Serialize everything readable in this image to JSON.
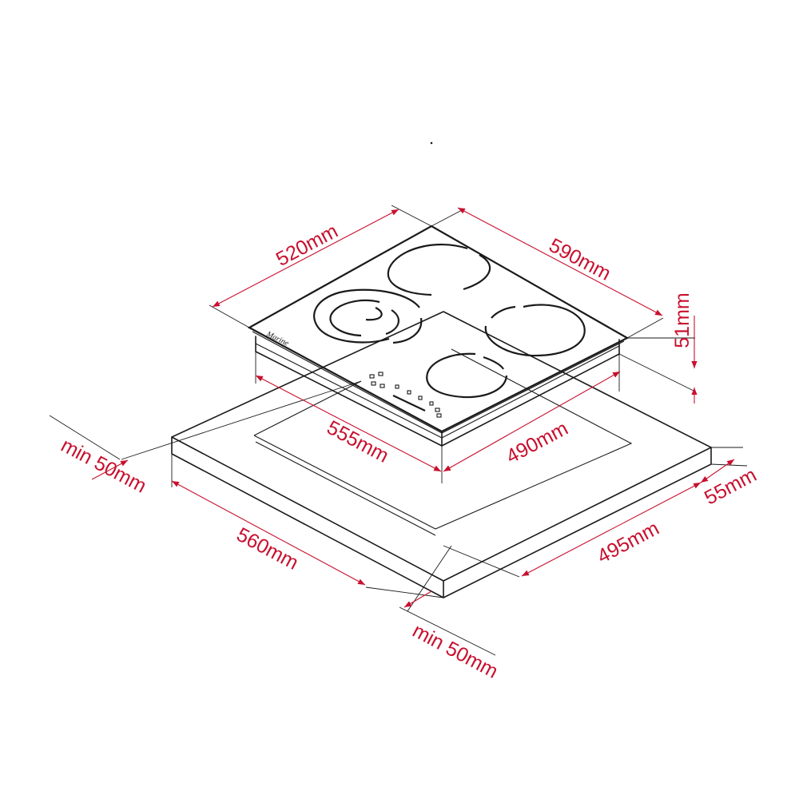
{
  "colors": {
    "dimension": "#c8102e",
    "outline": "#1a1a1a",
    "background": "#ffffff"
  },
  "brand_mark": "Marine",
  "dimensions": {
    "hob_width": "520mm",
    "hob_depth": "590mm",
    "hob_height": "51mm",
    "cutout_width": "555mm",
    "cutout_depth": "490mm",
    "counter_width": "560mm",
    "counter_depth": "495mm",
    "edge_gap": "55mm",
    "clearance_left": "min 50mm",
    "clearance_front": "min 50mm"
  }
}
